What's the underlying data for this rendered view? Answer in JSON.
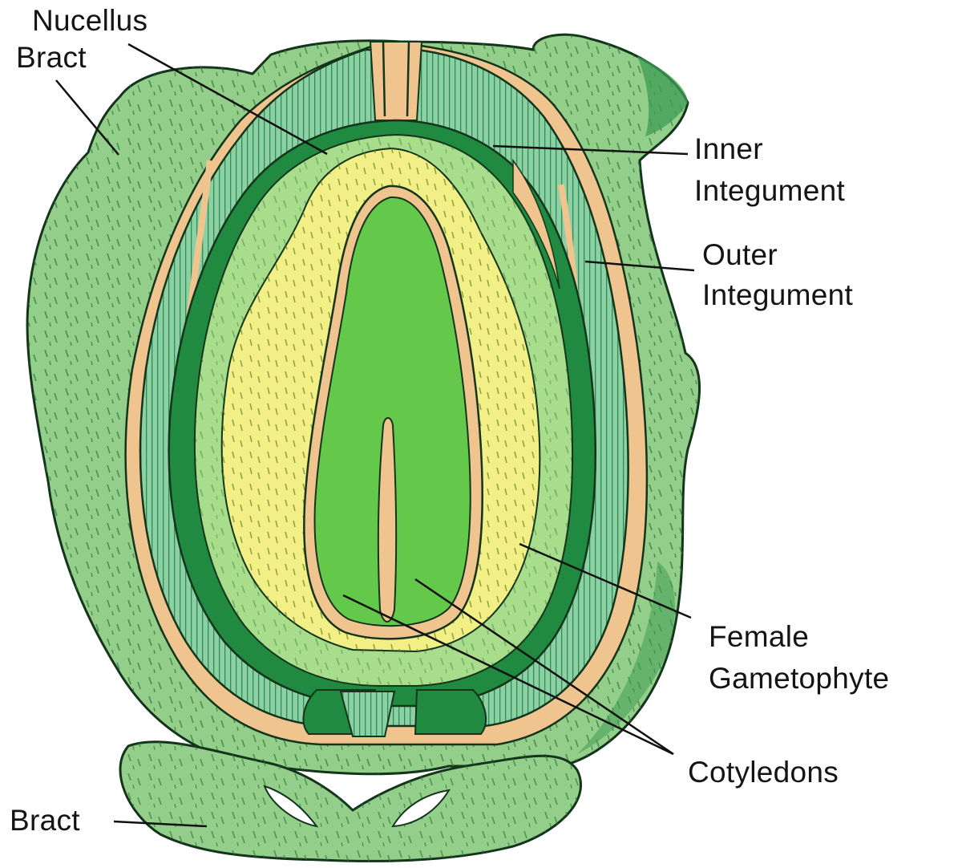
{
  "labels": {
    "nucellus": "Nucellus",
    "bract_top": "Bract",
    "inner_integument_1": "Inner",
    "inner_integument_2": "Integument",
    "outer_integument_1": "Outer",
    "outer_integument_2": "Integument",
    "female_gametophyte_1": "Female",
    "female_gametophyte_2": "Gametophyte",
    "cotyledons": "Cotyledons",
    "bract_bottom": "Bract"
  },
  "colors": {
    "bract": "#93cf8a",
    "bract_dark": "#3f9c54",
    "outer_integument": "#8dd0a4",
    "integument_stripes": "#2e8f55",
    "tan_layer": "#f0c48f",
    "inner_integument": "#1f8a40",
    "pale_tissue": "#a8dd8c",
    "gametophyte": "#f1ef86",
    "embryo": "#64c84a",
    "outline": "#14351c",
    "label_text": "#141414"
  }
}
